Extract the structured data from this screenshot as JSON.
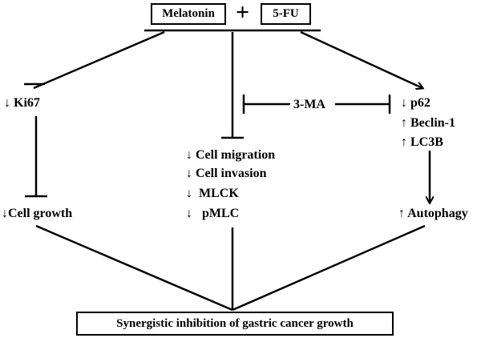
{
  "top": {
    "drug_a": "Melatonin",
    "plus": "+",
    "drug_b": "5-FU"
  },
  "left_branch": {
    "ki67": "↓ Ki67",
    "cell_growth": "↓Cell growth"
  },
  "middle_branch": {
    "items": [
      "↓ Cell migration",
      "↓ Cell invasion",
      "↓  MLCK",
      "↓   pMLC"
    ]
  },
  "inhibitor": {
    "label": "3-MA"
  },
  "right_branch": {
    "markers": [
      "↓ p62",
      "↑ Beclin-1",
      "↑ LC3B"
    ],
    "autophagy": "↑ Autophagy"
  },
  "outcome": {
    "label": "Synergistic inhibition of gastric cancer growth"
  }
}
